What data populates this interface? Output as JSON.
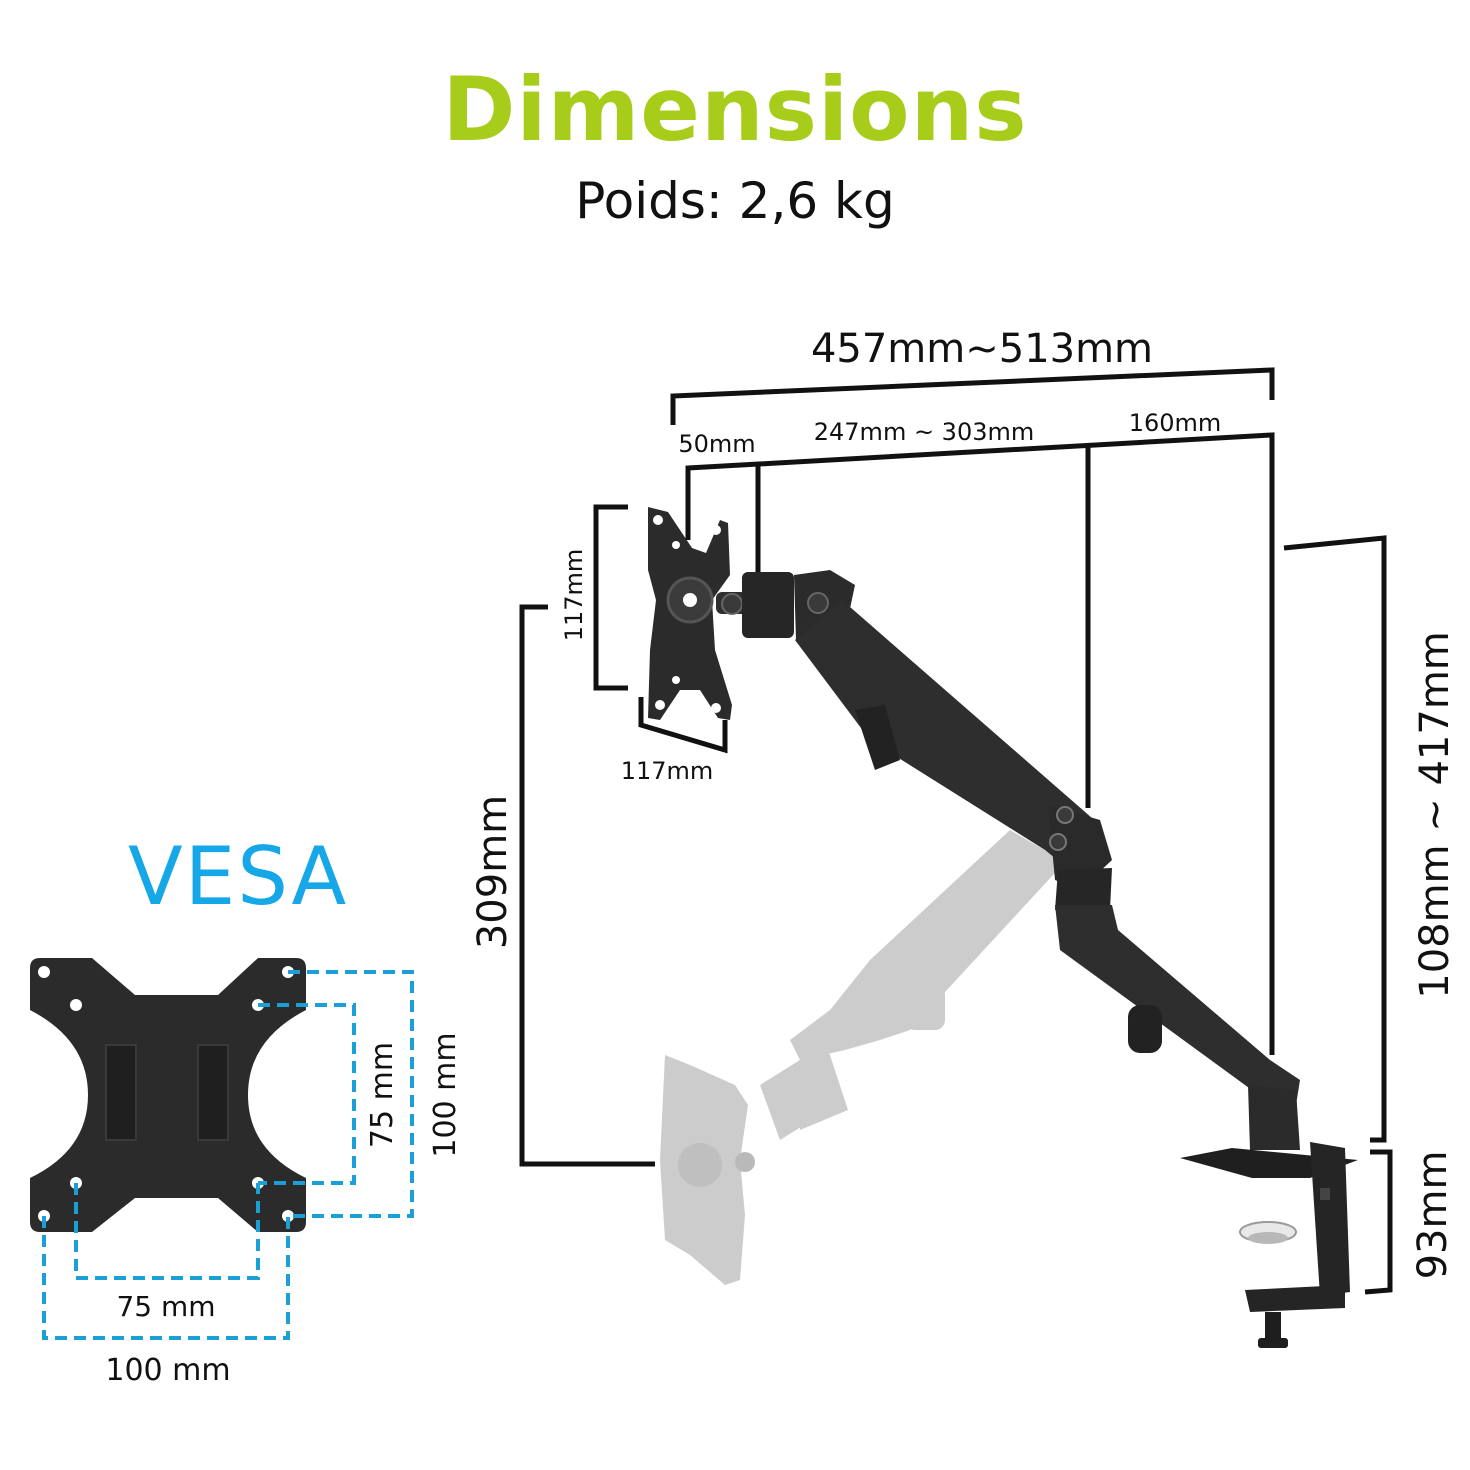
{
  "header": {
    "title": "Dimensions",
    "subtitle": "Poids: 2,6 kg"
  },
  "vesa": {
    "title": "VESA",
    "h_inner": "75 mm",
    "h_outer": "100 mm",
    "v_inner": "75 mm",
    "v_outer": "100 mm"
  },
  "arm": {
    "total_width": "457mm~513mm",
    "plate_offset": "50mm",
    "arm_length": "247mm ~ 303mm",
    "base_length": "160mm",
    "plate_height": "117mm",
    "plate_width": "117mm",
    "vertical_travel": "309mm",
    "height_range": "108mm ~ 417mm",
    "clamp_height": "93mm"
  },
  "colors": {
    "title": "#a8cc1a",
    "vesa_title": "#16a7e8",
    "dashed": "#1a9fd6",
    "metal": "#2b2b2b"
  }
}
